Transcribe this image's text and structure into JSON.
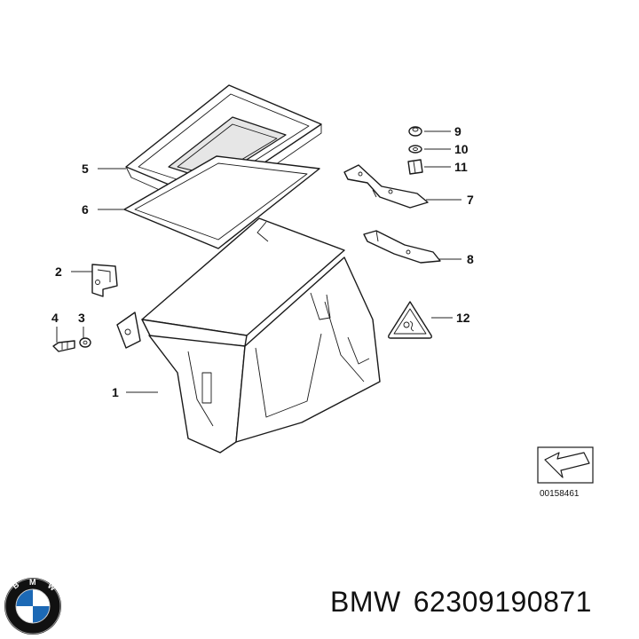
{
  "callouts": [
    {
      "id": "1",
      "label": "1"
    },
    {
      "id": "2",
      "label": "2"
    },
    {
      "id": "3",
      "label": "3"
    },
    {
      "id": "4",
      "label": "4"
    },
    {
      "id": "5",
      "label": "5"
    },
    {
      "id": "6",
      "label": "6"
    },
    {
      "id": "7",
      "label": "7"
    },
    {
      "id": "8",
      "label": "8"
    },
    {
      "id": "9",
      "label": "9"
    },
    {
      "id": "10",
      "label": "10"
    },
    {
      "id": "11",
      "label": "11"
    },
    {
      "id": "12",
      "label": "12"
    }
  ],
  "diagram_id": "00158461",
  "brand": {
    "name": "BMW",
    "logo_letters": "BMW",
    "colors": {
      "blue": "#1c69b5",
      "black": "#111111",
      "white": "#ffffff"
    }
  },
  "part_number": "62309190871",
  "icons": {
    "logo": "bmw-roundel-icon",
    "view_arrow": "view-direction-arrow-icon",
    "warning": "warning-triangle-icon"
  }
}
